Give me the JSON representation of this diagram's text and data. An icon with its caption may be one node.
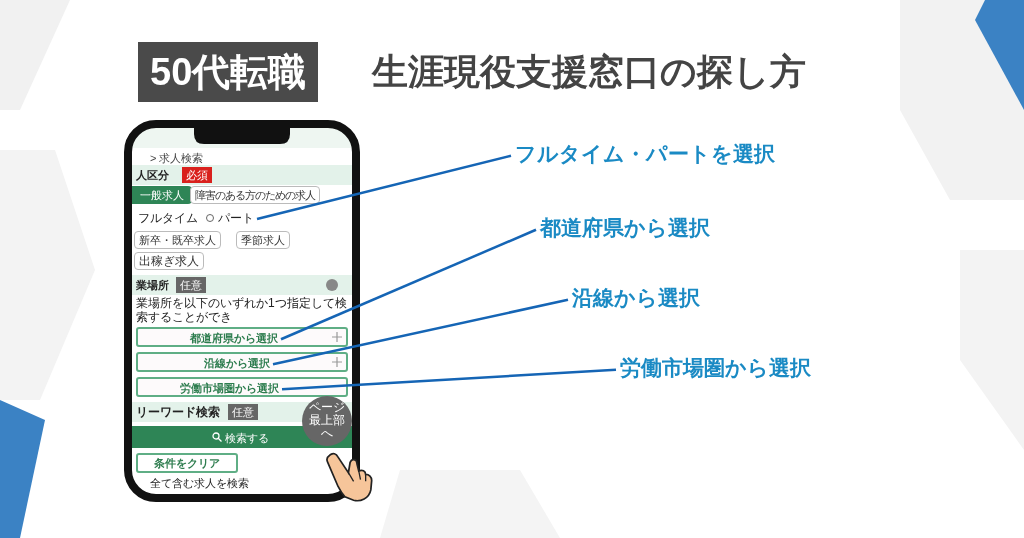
{
  "diagram": {
    "title": "生涯現役支援窓口の探し方",
    "nodes": [
      {
        "text": [
          "フルタイム・パートを選択"
        ]
      },
      {
        "text": [
          "都道府県から選択"
        ]
      },
      {
        "text": [
          "沿線から選択"
        ]
      },
      {
        "text": [
          "労働市場圏から選択"
        ]
      },
      {
        "text": [
          "フルタイム",
          "パート"
        ]
      },
      {
        "text": [
          "都道府県から選択"
        ]
      },
      {
        "text": [
          "沿線から選択"
        ]
      },
      {
        "text": [
          "労働市場圏から選択"
        ]
      }
    ],
    "edges": [
      {
        "from": 0,
        "to": 4,
        "arrow": "none"
      },
      {
        "from": 1,
        "to": 5,
        "arrow": "none"
      },
      {
        "from": 2,
        "to": 6,
        "arrow": "none"
      },
      {
        "from": 3,
        "to": 7,
        "arrow": "none"
      }
    ],
    "labels": [
      "50代転職",
      "> 求人検索",
      "人区分",
      "必須",
      "一般求人",
      "障害のある方のための求人",
      "新卒・既卒求人",
      "季節求人",
      "出稼ぎ求人",
      "業場所",
      "任意",
      "業場所を以下のいずれか1つ指定して検索することができ",
      "リーワード検索",
      "任意",
      "ページ最上部へ",
      "検索する",
      "条件をクリア",
      "全て含む求人を検索"
    ]
  }
}
